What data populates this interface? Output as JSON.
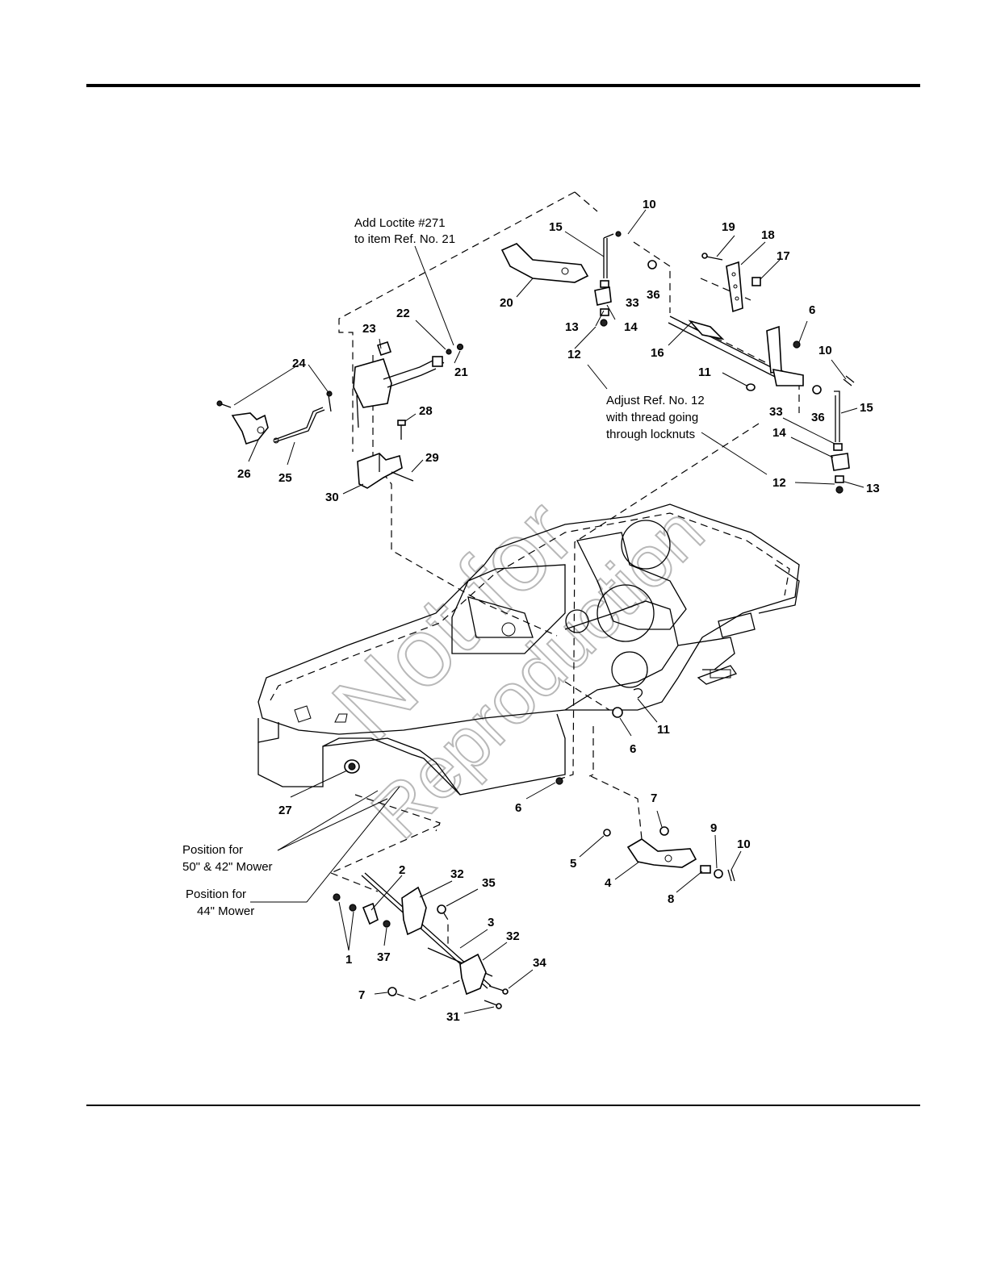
{
  "notes": {
    "loctite_line1": "Add Loctite #271",
    "loctite_line2": "to item Ref. No. 21",
    "adjust_line1": "Adjust Ref. No. 12",
    "adjust_line2": "with thread going",
    "adjust_line3": "through locknuts",
    "pos50_line1": "Position for",
    "pos50_line2": "50\" & 42\" Mower",
    "pos44_line1": "Position for",
    "pos44_line2": "44\" Mower"
  },
  "watermark": {
    "line1": "Not for",
    "line2": "Reproduction"
  },
  "callouts": {
    "c10a": "10",
    "c15a": "15",
    "c19": "19",
    "c18": "18",
    "c17": "17",
    "c20": "20",
    "c36a": "36",
    "c33a": "33",
    "c13a": "13",
    "c14a": "14",
    "c12a": "12",
    "c16": "16",
    "c6a": "6",
    "c10b": "10",
    "c11a": "11",
    "c36b": "36",
    "c15b": "15",
    "c33b": "33",
    "c14b": "14",
    "c12b": "12",
    "c13b": "13",
    "c22": "22",
    "c23": "23",
    "c21": "21",
    "c24": "24",
    "c26": "26",
    "c25": "25",
    "c28": "28",
    "c29": "29",
    "c30": "30",
    "c27": "27",
    "c11b": "11",
    "c6b": "6",
    "c6c": "6",
    "c7a": "7",
    "c9": "9",
    "c10c": "10",
    "c5": "5",
    "c4": "4",
    "c8": "8",
    "c2": "2",
    "c32a": "32",
    "c35": "35",
    "c3": "3",
    "c32b": "32",
    "c1": "1",
    "c37": "37",
    "c34": "34",
    "c7b": "7",
    "c31": "31"
  }
}
